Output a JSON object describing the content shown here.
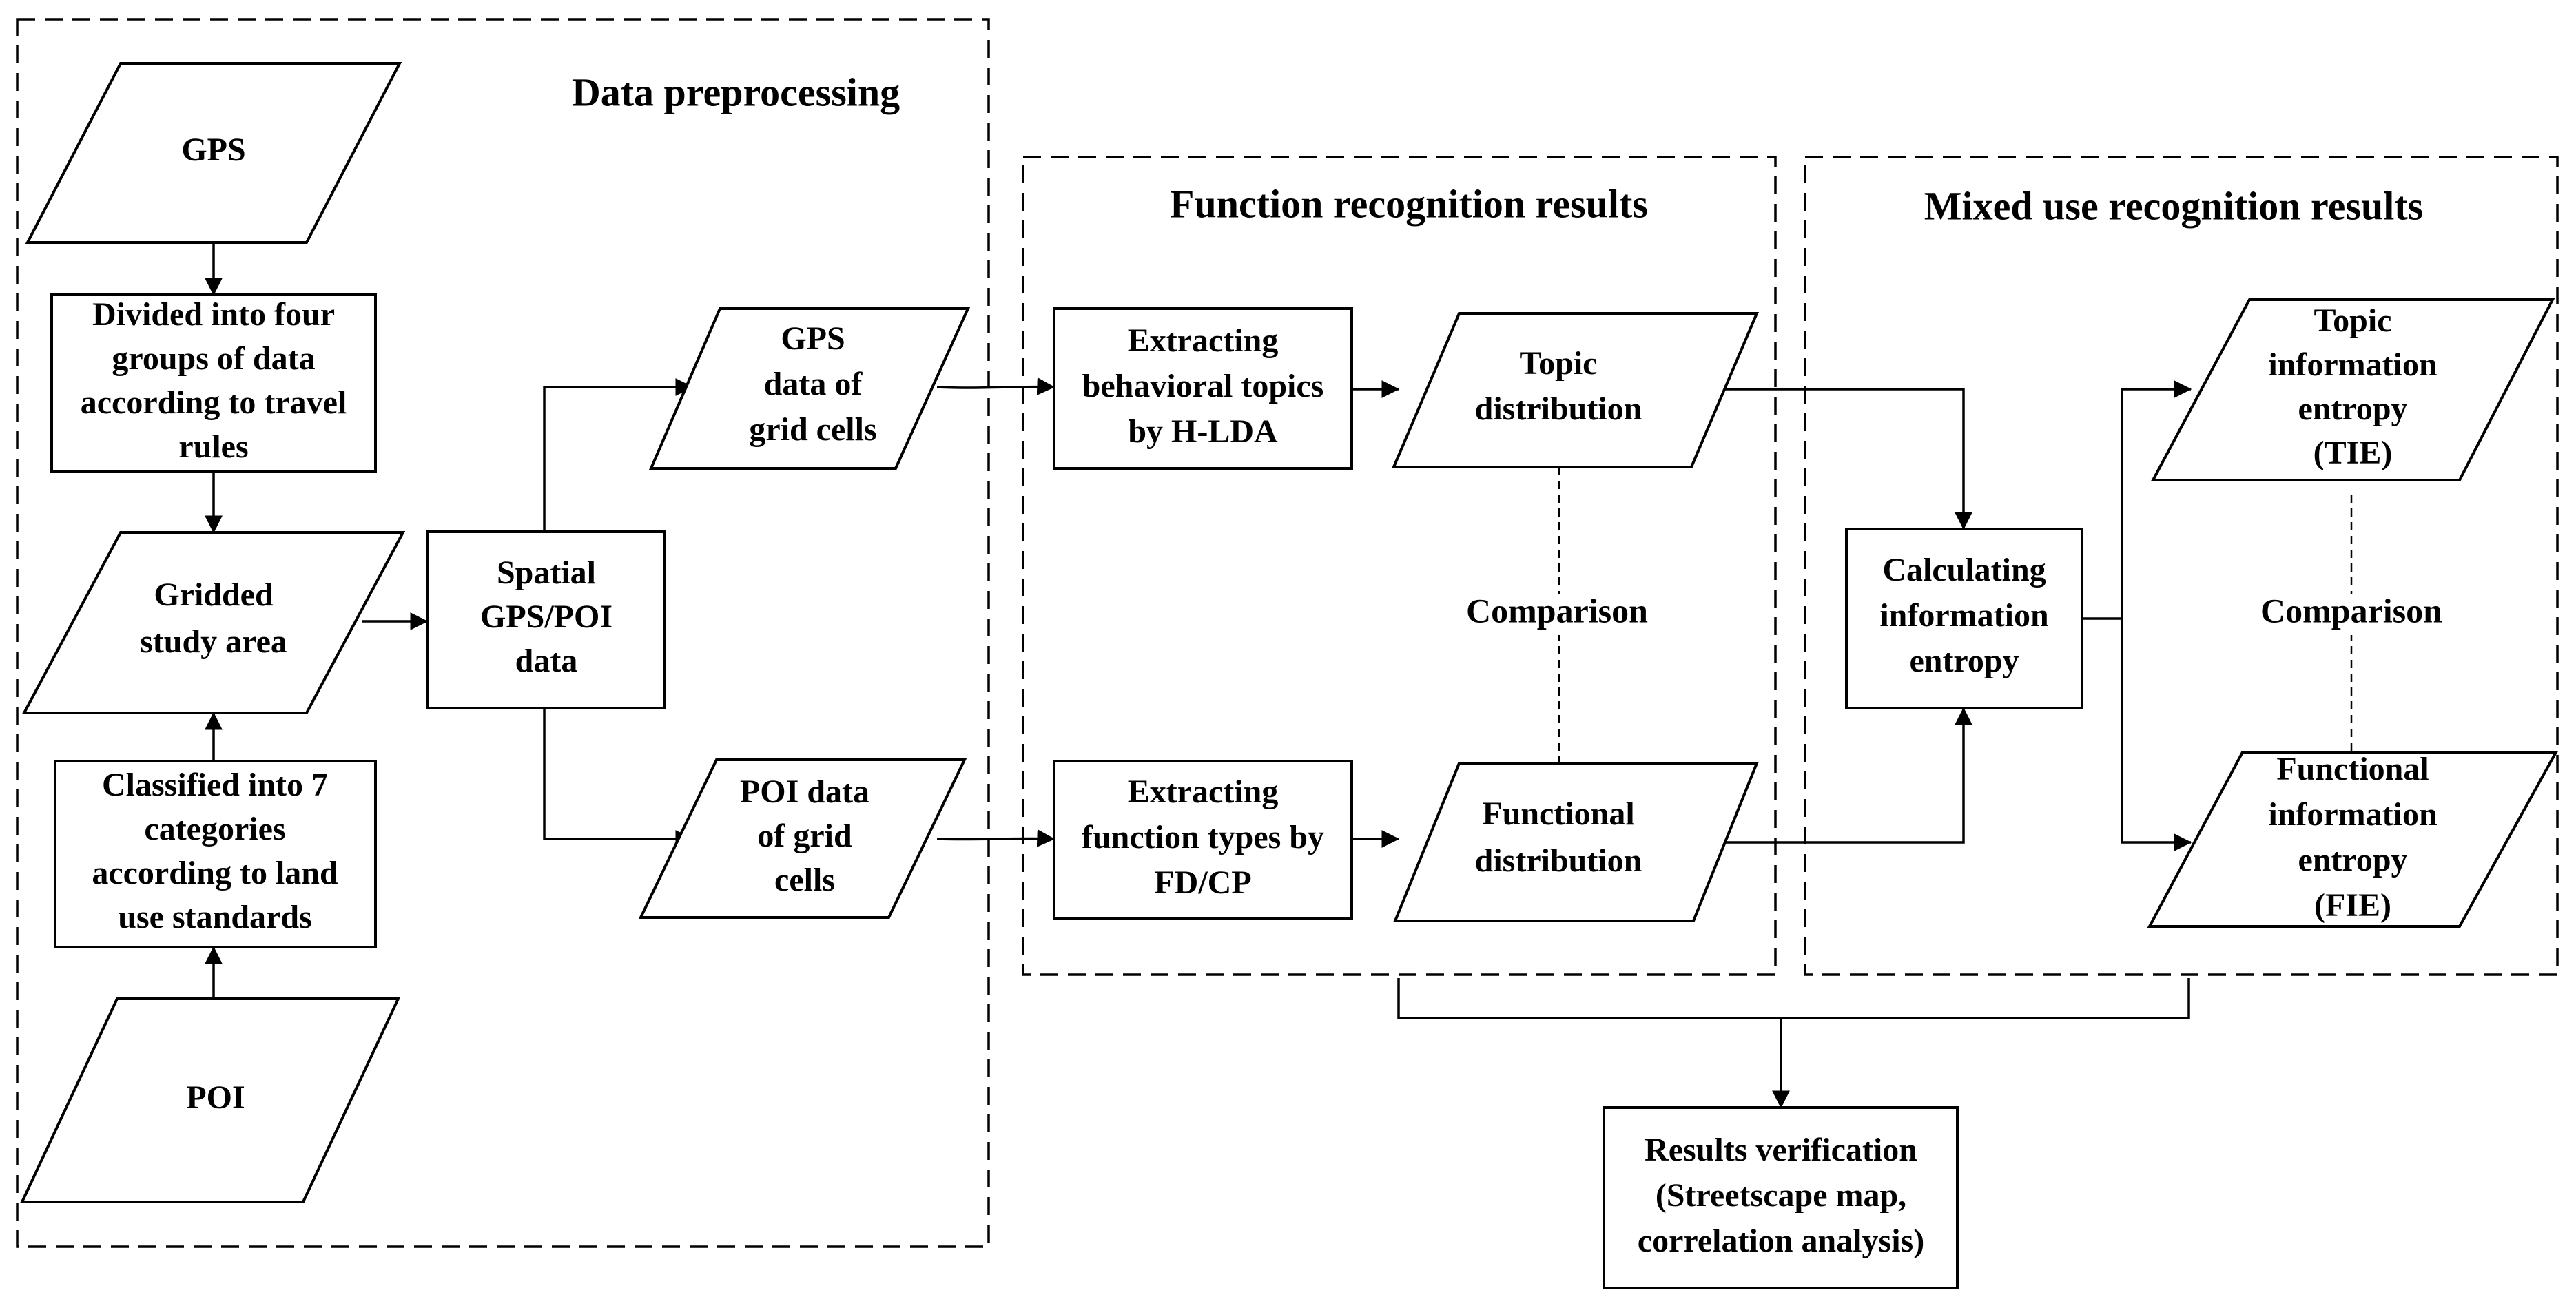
{
  "groups": {
    "preprocessing": "Data preprocessing",
    "function": "Function recognition results",
    "mixed": "Mixed use recognition results"
  },
  "nodes": {
    "gps": [
      "GPS"
    ],
    "divided": [
      "Divided into four",
      "groups of data",
      "according to travel",
      "rules"
    ],
    "gridded": [
      "Gridded",
      "study area"
    ],
    "classified": [
      "Classified into 7",
      "categories",
      "according to land",
      "use standards"
    ],
    "poi": [
      "POI"
    ],
    "spatial": [
      "Spatial",
      "GPS/POI",
      "data"
    ],
    "gps_grid": [
      "GPS",
      "data of",
      "grid cells"
    ],
    "poi_grid": [
      "POI data",
      "of grid",
      "cells"
    ],
    "extract_topics": [
      "Extracting",
      "behavioral topics",
      "by H-LDA"
    ],
    "extract_functions": [
      "Extracting",
      "function types by",
      "FD/CP"
    ],
    "topic_dist": [
      "Topic",
      "distribution"
    ],
    "func_dist": [
      "Functional",
      "distribution"
    ],
    "calc_entropy": [
      "Calculating",
      "information",
      "entropy"
    ],
    "tie": [
      "Topic",
      "information",
      "entropy",
      "(TIE)"
    ],
    "fie": [
      "Functional",
      "information",
      "entropy",
      "(FIE)"
    ],
    "verification": [
      "Results verification",
      "(Streetscape map,",
      "correlation analysis)"
    ]
  },
  "comparisons": {
    "left": "Comparison",
    "right": "Comparison"
  }
}
